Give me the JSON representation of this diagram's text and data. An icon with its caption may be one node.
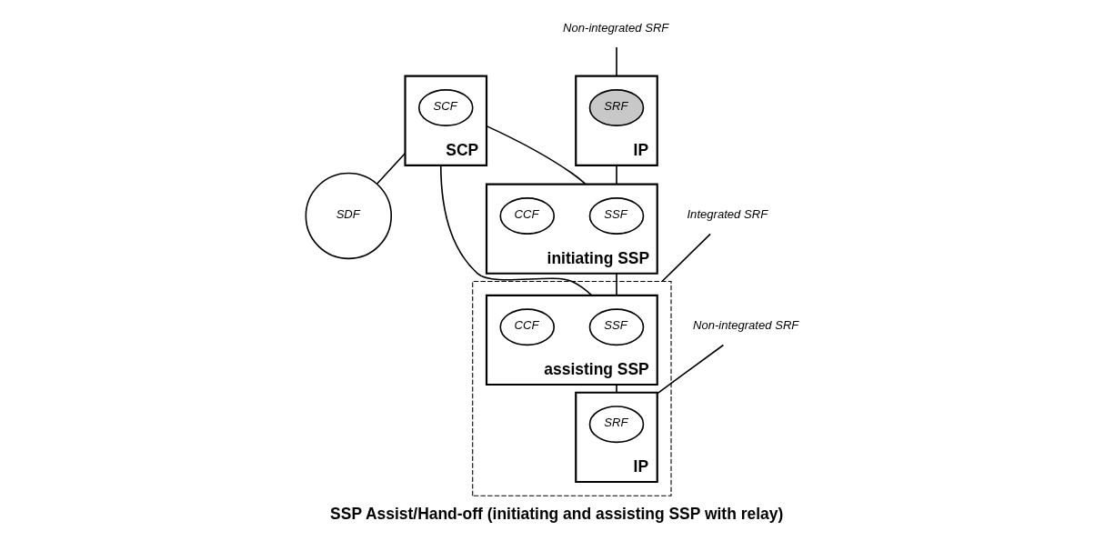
{
  "diagram": {
    "caption": "SSP Assist/Hand-off (initiating and assisting SSP with relay)",
    "nodes": [
      {
        "text": [
          "SCP"
        ]
      },
      {
        "text": [
          "SCF"
        ],
        "in": 0
      },
      {
        "text": [
          "SDF"
        ]
      },
      {
        "text": [
          "Non-integrated SRF"
        ]
      },
      {
        "text": [
          "Integrated SRF"
        ]
      },
      {
        "text": [
          "Non-integrated SRF"
        ]
      },
      {
        "text": [
          "IP"
        ]
      },
      {
        "text": [
          "SRF"
        ],
        "in": 6
      },
      {
        "text": [
          "initiating SSP"
        ]
      },
      {
        "text": [
          "SSF"
        ],
        "in": 8
      },
      {
        "text": [
          "CCF"
        ],
        "in": 8
      },
      {
        "text": [],
        "shape": "box"
      },
      {
        "text": [
          "assisting SSP"
        ],
        "in": 11
      },
      {
        "text": [
          "SSF"
        ],
        "in": 12
      },
      {
        "text": [
          "CCF"
        ],
        "in": 12
      },
      {
        "text": [
          "IP"
        ],
        "in": 11
      },
      {
        "text": [
          "SRF"
        ],
        "in": 15
      }
    ],
    "edges": [
      {
        "from": 0,
        "to": 2,
        "arrow": "none"
      },
      {
        "from": 0,
        "to": 8,
        "arrow": "none"
      },
      {
        "from": 0,
        "to": 12,
        "arrow": "none"
      },
      {
        "from": 6,
        "to": 8,
        "arrow": "none"
      },
      {
        "from": 8,
        "to": 12,
        "arrow": "none"
      },
      {
        "from": 12,
        "to": 15,
        "arrow": "none"
      },
      {
        "from": 3,
        "to": 6,
        "arrow": "none"
      },
      {
        "from": 4,
        "to": 11,
        "arrow": "none"
      },
      {
        "from": 5,
        "to": 15,
        "arrow": "none"
      }
    ]
  }
}
